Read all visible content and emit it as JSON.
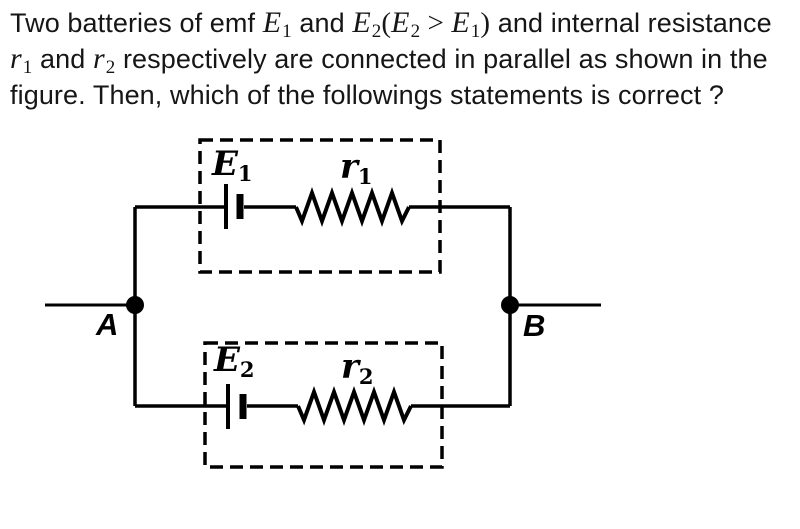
{
  "problem": {
    "lines": [
      [
        {
          "type": "t",
          "text": "Two batteries of emf "
        },
        {
          "type": "m",
          "sym": "E",
          "sub": "1"
        },
        {
          "type": "t",
          "text": " and "
        },
        {
          "type": "m",
          "sym": "E",
          "sub": "2"
        },
        {
          "type": "mt",
          "text": "("
        },
        {
          "type": "m",
          "sym": "E",
          "sub": "2"
        },
        {
          "type": "mt",
          "text": " > "
        },
        {
          "type": "m",
          "sym": "E",
          "sub": "1"
        },
        {
          "type": "mt",
          "text": ")"
        },
        {
          "type": "t",
          "text": " and internal resistance"
        }
      ],
      [
        {
          "type": "m",
          "sym": "r",
          "sub": "1"
        },
        {
          "type": "t",
          "text": " and "
        },
        {
          "type": "m",
          "sym": "r",
          "sub": "2"
        },
        {
          "type": "t",
          "text": " respectively are connected in parallel as shown in the"
        }
      ],
      [
        {
          "type": "t",
          "text": "figure. Then, which of the followings statements is correct ?"
        }
      ]
    ]
  },
  "circuit": {
    "nodes": {
      "left": {
        "label": "A"
      },
      "right": {
        "label": "B"
      }
    },
    "branch1": {
      "battery": {
        "sym": "E",
        "sub": "1"
      },
      "resistor": {
        "sym": "r",
        "sub": "1"
      }
    },
    "branch2": {
      "battery": {
        "sym": "E",
        "sub": "2"
      },
      "resistor": {
        "sym": "r",
        "sub": "2"
      }
    },
    "colors": {
      "ink": "#000000",
      "text": "#161616",
      "background": "#ffffff"
    }
  }
}
